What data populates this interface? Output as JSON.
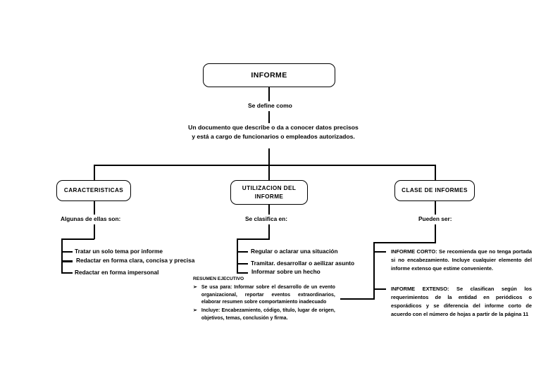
{
  "diagram": {
    "title": "INFORME",
    "root": {
      "label": "INFORME"
    },
    "root_connector_label": "Se define como",
    "definition": {
      "line1": "Un documento que describe o da a conocer datos precisos",
      "line2": "y está a cargo de funcionarios o empleados autorizados."
    },
    "branches": [
      {
        "id": "caracteristicas",
        "box_label": "CARACTERISTICAS",
        "connector_label": "Algunas de ellas son:",
        "items": [
          "Tratar un solo tema por informe",
          "Redactar en forma clara, concisa y precisa",
          "Redactar en forma impersonal"
        ]
      },
      {
        "id": "utilizacion",
        "box_label_line1": "UTILIZACION DEL",
        "box_label_line2": "INFORME",
        "connector_label": "Se clasifica en:",
        "items": [
          "Regular o aclarar una situación",
          "Tramitar. desarrollar o aeilizar asunto",
          "Informar sobre un hecho"
        ]
      },
      {
        "id": "clase-de-informes",
        "box_label": "CLASE DE INFORMES",
        "connector_label": "Pueden ser:",
        "items": [
          {
            "heading": "INFORME CORTO:",
            "text": "INFORME CORTO: Se recomienda que no tenga portada si no encabezamiento. Incluye cualquier elemento del informe extenso que estime conveniente."
          },
          {
            "heading": "INFORME EXTENSO:",
            "text": "INFORME EXTENSO: Se clasifican según los requerimientos de la entidad en periódicos o esporádicos y se diferencia del informe corto de acuerdo con el número de hojas a partir de la página 11"
          }
        ]
      }
    ],
    "resumen_ejecutivo": {
      "title": "RESUMEN EJECUTIVO",
      "bullets": [
        {
          "marker": "➢",
          "text": "Se usa para: Informar sobre el desarrollo de un evento organizacional, reportar eventos extraordinarios, elaborar resumen sobre comportamiento inadecuado"
        },
        {
          "marker": "➢",
          "text": "Incluye: Encabezamiento, código, título, lugar de origen, objetivos, temas, conclusión y firma."
        }
      ]
    },
    "colors": {
      "stroke": "#000000",
      "background": "#ffffff",
      "text": "#000000"
    }
  }
}
